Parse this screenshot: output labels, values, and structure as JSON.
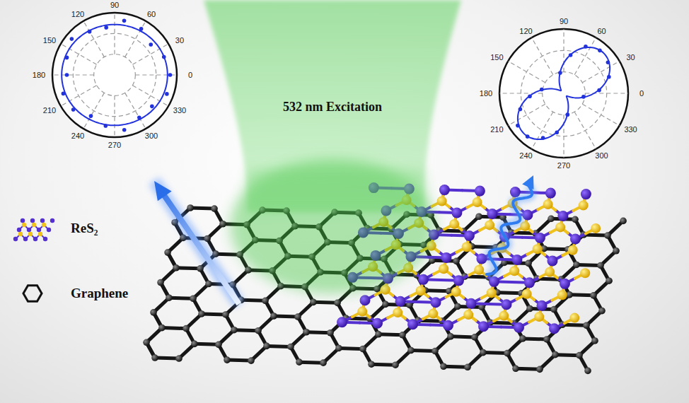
{
  "diagram": {
    "labels": [
      "0",
      "30",
      "60",
      "90",
      "120",
      "150",
      "180",
      "210",
      "240",
      "270",
      "300",
      "330",
      "0",
      "30",
      "60",
      "90",
      "120",
      "150",
      "180",
      "210",
      "240",
      "270",
      "300",
      "330",
      "532 nm Excitation"
    ],
    "legend": [
      {
        "text": "ReS₂"
      },
      {
        "text": "Graphene"
      }
    ]
  }
}
